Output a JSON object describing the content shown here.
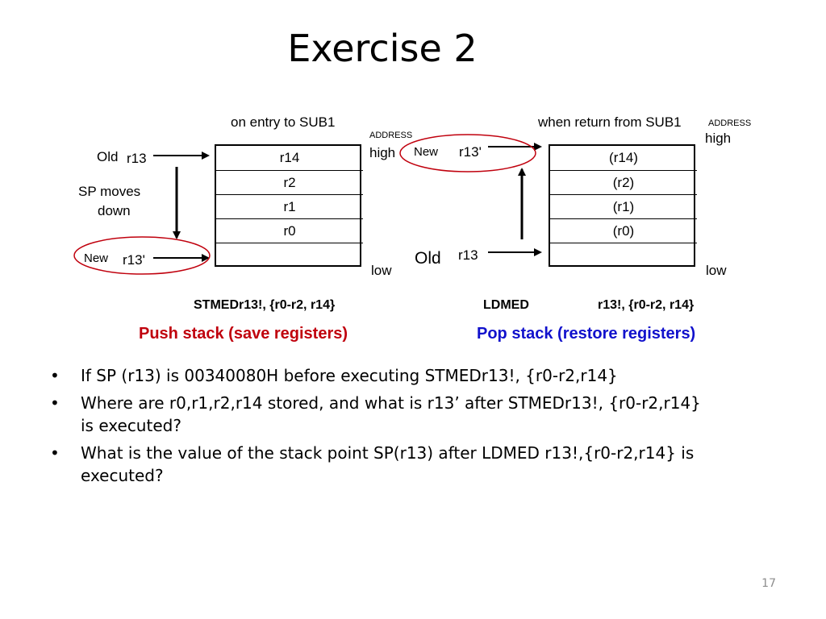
{
  "slide": {
    "title": "Exercise 2",
    "page_number": "17"
  },
  "left_diagram": {
    "heading": "on entry to SUB1",
    "old_label": "Old",
    "old_reg": "r13",
    "sp_moves": "SP moves",
    "down": "down",
    "new_label": "New",
    "new_reg": "r13'",
    "address_label": "ADDRESS",
    "high_label": "high",
    "low_label": "low",
    "cells": [
      "r14",
      "r2",
      "r1",
      "r0",
      ""
    ],
    "instruction": "STMEDr13!, {r0-r2, r14}",
    "caption": "Push stack (save registers)"
  },
  "right_diagram": {
    "heading": "when return from SUB1",
    "address_label": "ADDRESS",
    "high_label": "high",
    "low_label": "low",
    "new_label": "New",
    "new_reg": "r13'",
    "old_label": "Old",
    "old_reg": "r13",
    "cells": [
      "(r14)",
      "(r2)",
      "(r1)",
      "(r0)",
      ""
    ],
    "instruction_op": "LDMED",
    "instruction_args": "r13!, {r0-r2, r14}",
    "caption": "Pop stack (restore registers)"
  },
  "bullets": [
    "If SP (r13) is 00340080H before executing STMEDr13!, {r0-r2,r14}",
    "Where are r0,r1,r2,r14 stored, and what is r13’ after  STMEDr13!, {r0-r2,r14} is executed?",
    "What is the value of the stack point SP(r13) after LDMED r13!,{r0-r2,r14} is executed?"
  ],
  "colors": {
    "push_caption": "#c0000d",
    "pop_caption": "#1111cc",
    "highlight_ellipse": "#c0000d"
  }
}
